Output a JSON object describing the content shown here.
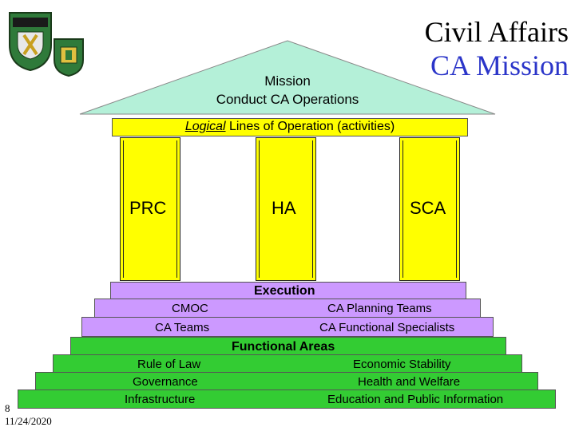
{
  "title": {
    "line1": "Civil Affairs",
    "line2": "CA Mission"
  },
  "roof": {
    "line1": "Mission",
    "line2": "Conduct CA Operations"
  },
  "loo": {
    "italic": "Logical",
    "rest": " Lines of Operation (activities)"
  },
  "columns": [
    "PRC",
    "HA",
    "SCA"
  ],
  "execution": {
    "header": "Execution",
    "left": [
      "CMOC",
      "CA Teams"
    ],
    "right": [
      "CA Planning Teams",
      "CA Functional Specialists"
    ]
  },
  "functional": {
    "header": "Functional Areas",
    "left": [
      "Rule of Law",
      "Governance",
      "Infrastructure"
    ],
    "right": [
      "Economic Stability",
      "Health and Welfare",
      "Education and Public Information"
    ]
  },
  "footer": {
    "page": "8",
    "date": "11/24/2020"
  },
  "colors": {
    "roof": "#b4f0d8",
    "loo_bar": "#ffff00",
    "columns": "#ffff00",
    "execution": "#cc99ff",
    "functional": "#33cc33",
    "title_blue": "#2b35c9"
  },
  "logos": [
    "airborne-crest-logo",
    "ca-regimental-crest-logo"
  ]
}
